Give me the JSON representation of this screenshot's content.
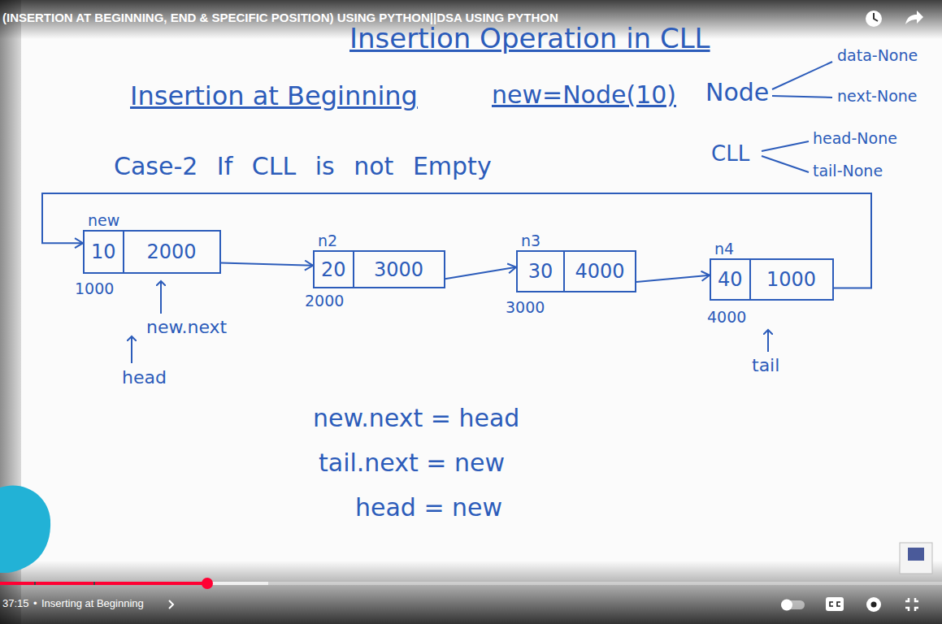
{
  "diagram": {
    "title": "Insertion Operation in CLL",
    "nodes": [
      {
        "text": [
          "new",
          "10",
          "2000"
        ]
      },
      {
        "text": [
          "n2",
          "20",
          "3000"
        ]
      },
      {
        "text": [
          "n3",
          "30",
          "4000"
        ]
      },
      {
        "text": [
          "n4",
          "40",
          "1000"
        ]
      }
    ],
    "edges": [
      {
        "from": 0,
        "to": 1,
        "arrow": "to"
      },
      {
        "from": 1,
        "to": 2,
        "arrow": "to"
      },
      {
        "from": 2,
        "to": 3,
        "arrow": "to"
      },
      {
        "from": 3,
        "to": 0,
        "arrow": "to"
      }
    ],
    "labels": [
      "(INSERTION AT BEGINNING, END & SPECIFIC POSITION) USING PYTHON||DSA USING PYTHON",
      "Insertion at Beginning",
      "new=Node(10)",
      "Node",
      "data-None",
      "next-None",
      "CLL",
      "head-None",
      "tail-None",
      "Case-2 If CLL is not Empty",
      "1000",
      "2000",
      "3000",
      "4000",
      "new.next",
      "head",
      "tail",
      "new.next = head",
      "tail.next = new",
      "head = new",
      "37:15",
      "•",
      "Inserting at Beginning"
    ]
  }
}
